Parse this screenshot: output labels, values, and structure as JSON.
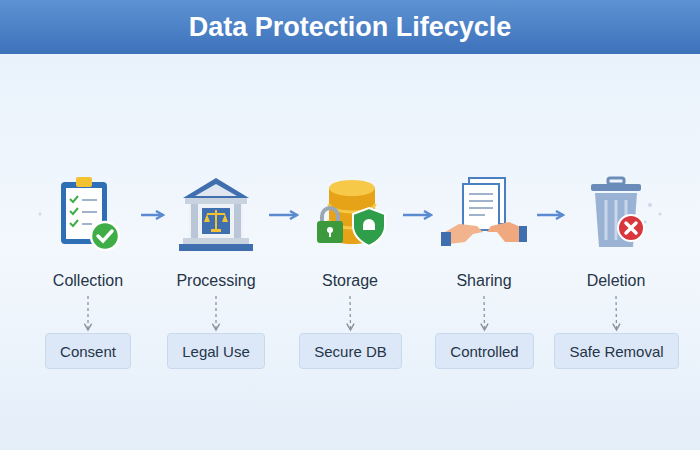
{
  "diagram": {
    "title": "Data Protection Lifecycle",
    "nodes": [
      {
        "text": [
          "Collection"
        ]
      },
      {
        "text": [
          "Processing"
        ]
      },
      {
        "text": [
          "Storage"
        ]
      },
      {
        "text": [
          "Sharing"
        ]
      },
      {
        "text": [
          "Deletion"
        ]
      },
      {
        "text": [
          "Consent"
        ]
      },
      {
        "text": [
          "Legal Use"
        ]
      },
      {
        "text": [
          "Secure DB"
        ]
      },
      {
        "text": [
          "Controlled"
        ]
      },
      {
        "text": [
          "Safe Removal"
        ]
      }
    ],
    "edges": [
      {
        "from": 0,
        "to": 1,
        "arrow": "to"
      },
      {
        "from": 1,
        "to": 2,
        "arrow": "to"
      },
      {
        "from": 2,
        "to": 3,
        "arrow": "to"
      },
      {
        "from": 3,
        "to": 4,
        "arrow": "to"
      },
      {
        "from": 0,
        "to": 5,
        "arrow": "to"
      },
      {
        "from": 1,
        "to": 6,
        "arrow": "to"
      },
      {
        "from": 2,
        "to": 7,
        "arrow": "to"
      },
      {
        "from": 3,
        "to": 8,
        "arrow": "to"
      },
      {
        "from": 4,
        "to": 9,
        "arrow": "to"
      }
    ]
  }
}
